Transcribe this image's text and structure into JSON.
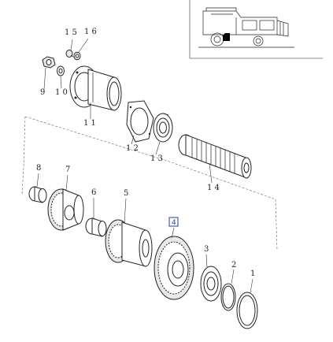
{
  "parts": [
    {
      "id": "p1",
      "label": "1"
    },
    {
      "id": "p2",
      "label": "2"
    },
    {
      "id": "p3",
      "label": "3"
    },
    {
      "id": "p4",
      "label": "4",
      "highlighted": true,
      "highlight_color": "#2a3a9a"
    },
    {
      "id": "p5",
      "label": "5"
    },
    {
      "id": "p6",
      "label": "6"
    },
    {
      "id": "p7",
      "label": "7"
    },
    {
      "id": "p8",
      "label": "8"
    },
    {
      "id": "p9",
      "label": "9"
    },
    {
      "id": "p10",
      "label": "1 0"
    },
    {
      "id": "p11",
      "label": "1 1"
    },
    {
      "id": "p12",
      "label": "1 2"
    },
    {
      "id": "p13",
      "label": "1 3"
    },
    {
      "id": "p14",
      "label": "1 4"
    },
    {
      "id": "p15",
      "label": "1 5"
    },
    {
      "id": "p16",
      "label": "1 6"
    }
  ],
  "inset": {
    "icon": "combine-harvester-icon",
    "marker_color": "#000000"
  },
  "line_color": "#222222"
}
